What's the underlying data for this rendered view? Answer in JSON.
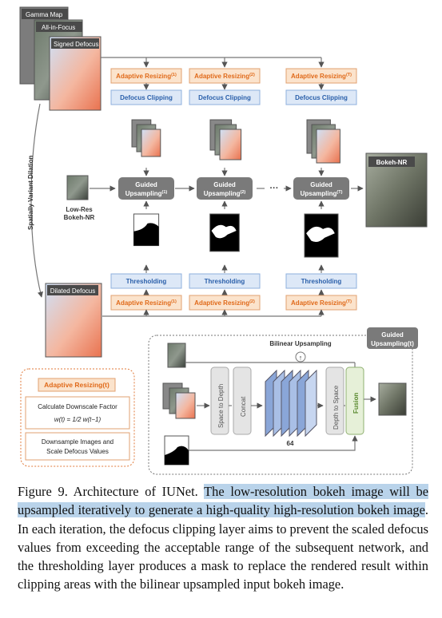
{
  "figure": {
    "inputs": {
      "gamma_map": "Gamma Map",
      "all_in_focus": "All-in-Focus",
      "signed_defocus": "Signed Defocus"
    },
    "side_label": "Spatially Variant Dilation",
    "adaptive_top": [
      "Adaptive Resizing(1)",
      "Adaptive Resizing(2)",
      "Adaptive Resizing(T)"
    ],
    "clipping": [
      "Defocus Clipping",
      "Defocus Clipping",
      "Defocus Clipping"
    ],
    "guided": [
      "Guided Upsampling(1)",
      "Guided Upsampling(2)",
      "Guided Upsampling(T)"
    ],
    "low_res_label": "Low-Res Bokeh-NR",
    "output_label": "Bokeh-NR",
    "ellipsis": "···",
    "thresholding": [
      "Thresholding",
      "Thresholding",
      "Thresholding"
    ],
    "adaptive_bottom": [
      "Adaptive Resizing(1)",
      "Adaptive Resizing(2)",
      "Adaptive Resizing(T)"
    ],
    "dilated_defocus": "Dilated Defocus",
    "detail_guided": {
      "title": "Guided Upsampling(t)",
      "bilinear": "Bilinear Upsampling",
      "space_to_depth": "Space to Depth",
      "concat": "Concat",
      "depth_to_space": "Depth to Space",
      "fusion": "Fusion",
      "channels": "64"
    },
    "detail_adaptive": {
      "title": "Adaptive Resizing(t)",
      "step1": "Calculate Downscale Factor",
      "formula": "w(t) = 1/2 w(t−1)",
      "step2": "Downsample Images and Scale Defocus Values"
    }
  },
  "caption": {
    "lead": "Figure 9.  Architecture of IUNet. ",
    "highlight": "The low-resolution bokeh image will be upsampled iteratively to generate a high-quality high-resolution bokeh image",
    "rest": ". In each iteration, the defocus clipping layer aims to prevent the scaled defocus values from exceeding the acceptable range of the subsequent network, and the thresholding layer produces a mask to replace the rendered result within clipping areas with the bilinear upsampled input bokeh image."
  },
  "colors": {
    "adaptive_fill": "#fbe3cc",
    "adaptive_text": "#e06a1a",
    "clipping_fill": "#dde8f7",
    "clipping_text": "#2a5faa",
    "guided_fill": "#7a7a7a",
    "highlight": "#b9d3ea",
    "fusion_fill": "#e6f0d8"
  }
}
